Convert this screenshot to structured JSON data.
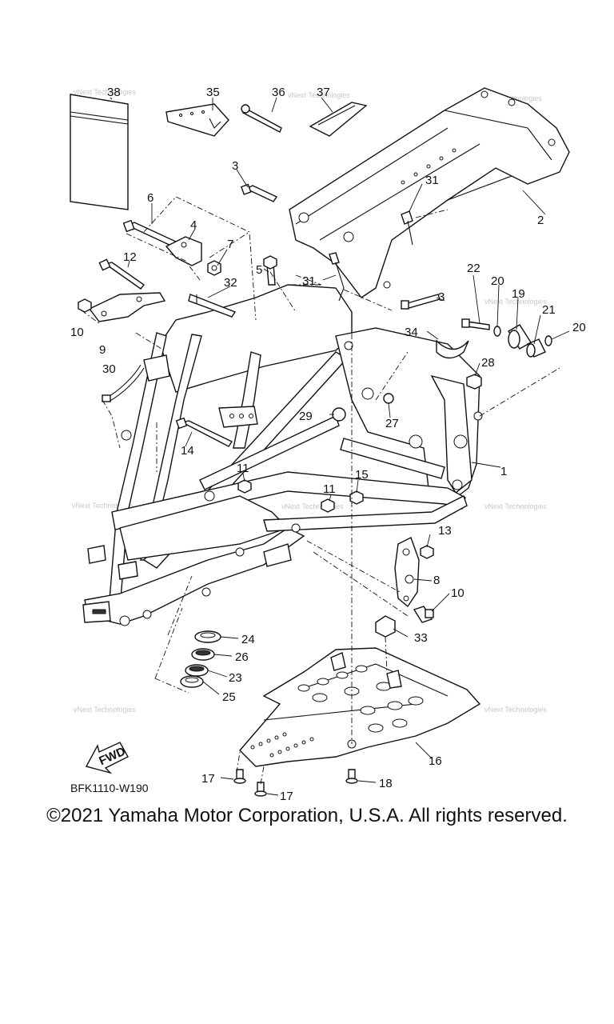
{
  "diagram": {
    "part_numbers": [
      "1",
      "2",
      "3",
      "4",
      "5",
      "6",
      "7",
      "8",
      "9",
      "10",
      "11",
      "12",
      "13",
      "14",
      "15",
      "16",
      "17",
      "18",
      "19",
      "20",
      "21",
      "22",
      "23",
      "24",
      "25",
      "26",
      "27",
      "28",
      "29",
      "30",
      "31",
      "32",
      "33",
      "34",
      "35",
      "36",
      "37",
      "38"
    ],
    "watermark": "vNext Technologies",
    "fwd_label": "FWD",
    "diagram_code": "BFK1110-W190",
    "copyright": "©2021 Yamaha Motor Corporation, U.S.A. All rights reserved."
  },
  "labels": {
    "l1": "1",
    "l2": "2",
    "l3a": "3",
    "l3b": "3",
    "l4": "4",
    "l5": "5",
    "l6": "6",
    "l7": "7",
    "l8": "8",
    "l9": "9",
    "l10a": "10",
    "l10b": "10",
    "l11a": "11",
    "l11b": "11",
    "l12": "12",
    "l13": "13",
    "l14": "14",
    "l15": "15",
    "l16": "16",
    "l17a": "17",
    "l17b": "17",
    "l18": "18",
    "l19": "19",
    "l20a": "20",
    "l20b": "20",
    "l21": "21",
    "l22": "22",
    "l23": "23",
    "l24": "24",
    "l25": "25",
    "l26": "26",
    "l27": "27",
    "l28": "28",
    "l29": "29",
    "l30": "30",
    "l31a": "31",
    "l31b": "31",
    "l32": "32",
    "l33": "33",
    "l34": "34",
    "l35": "35",
    "l36": "36",
    "l37": "37",
    "l38": "38"
  }
}
